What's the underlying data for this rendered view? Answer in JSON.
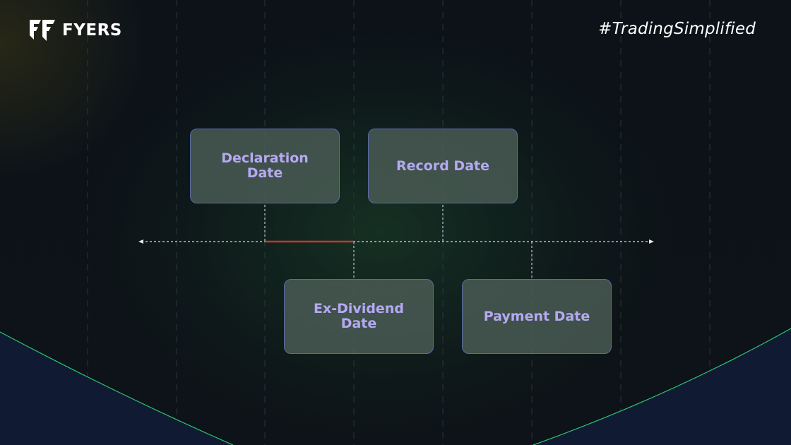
{
  "brand": {
    "logo_text": "FYERS",
    "hashtag": "#TradingSimplified"
  },
  "timeline": {
    "events": [
      {
        "label": "Declaration Date",
        "position": "above"
      },
      {
        "label": "Record Date",
        "position": "above"
      },
      {
        "label": "Ex-Dividend Date",
        "position": "below"
      },
      {
        "label": "Payment Date",
        "position": "below"
      }
    ]
  },
  "colors": {
    "box_text": "#b6a9f3",
    "box_border": "#5a6aa8",
    "highlight_segment": "#c0392b",
    "curve": "#2ecc71",
    "background": "#0c1218"
  }
}
